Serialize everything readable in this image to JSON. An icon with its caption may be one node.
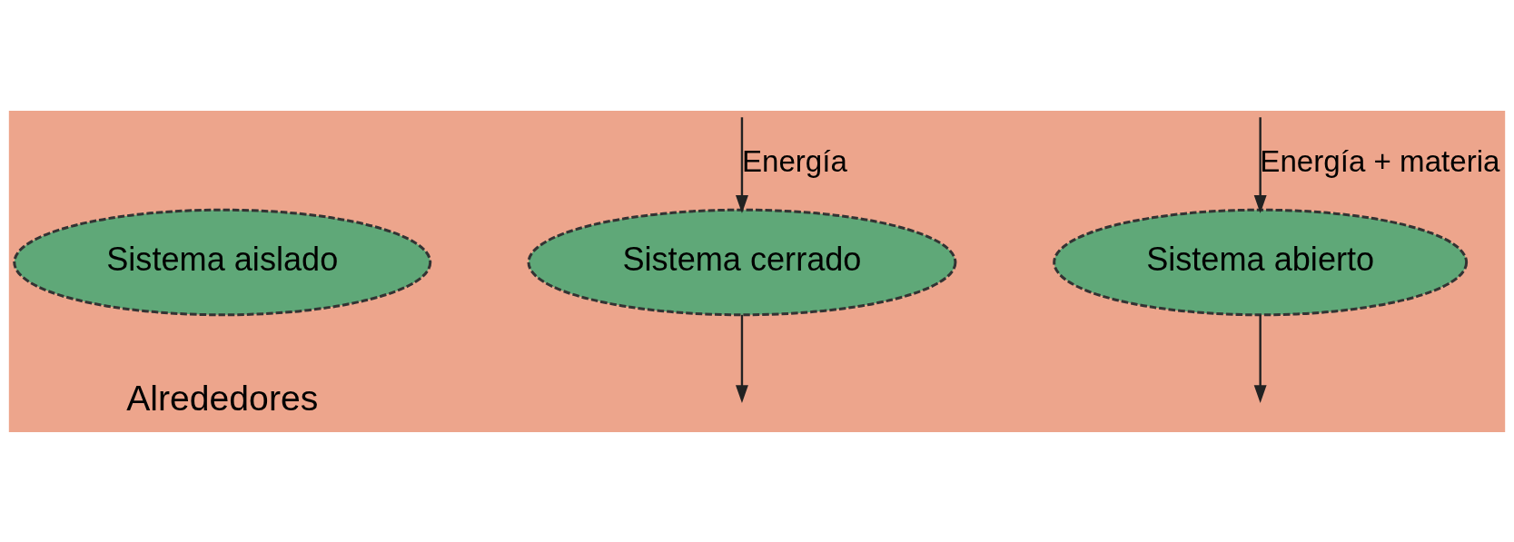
{
  "diagram": {
    "nodes": [
      {
        "text": [
          "Sistema aislado"
        ]
      },
      {
        "text": [
          "Sistema cerrado"
        ]
      },
      {
        "text": [
          "Sistema abierto"
        ]
      }
    ],
    "edges": [
      {
        "from": null,
        "to": 1,
        "arrow": "to",
        "label": "Energía"
      },
      {
        "from": 1,
        "to": null,
        "arrow": "to"
      },
      {
        "from": null,
        "to": 2,
        "arrow": "to",
        "label": "Energía + materia"
      },
      {
        "from": 2,
        "to": null,
        "arrow": "to"
      }
    ],
    "labels": [
      "Alrededores"
    ]
  }
}
